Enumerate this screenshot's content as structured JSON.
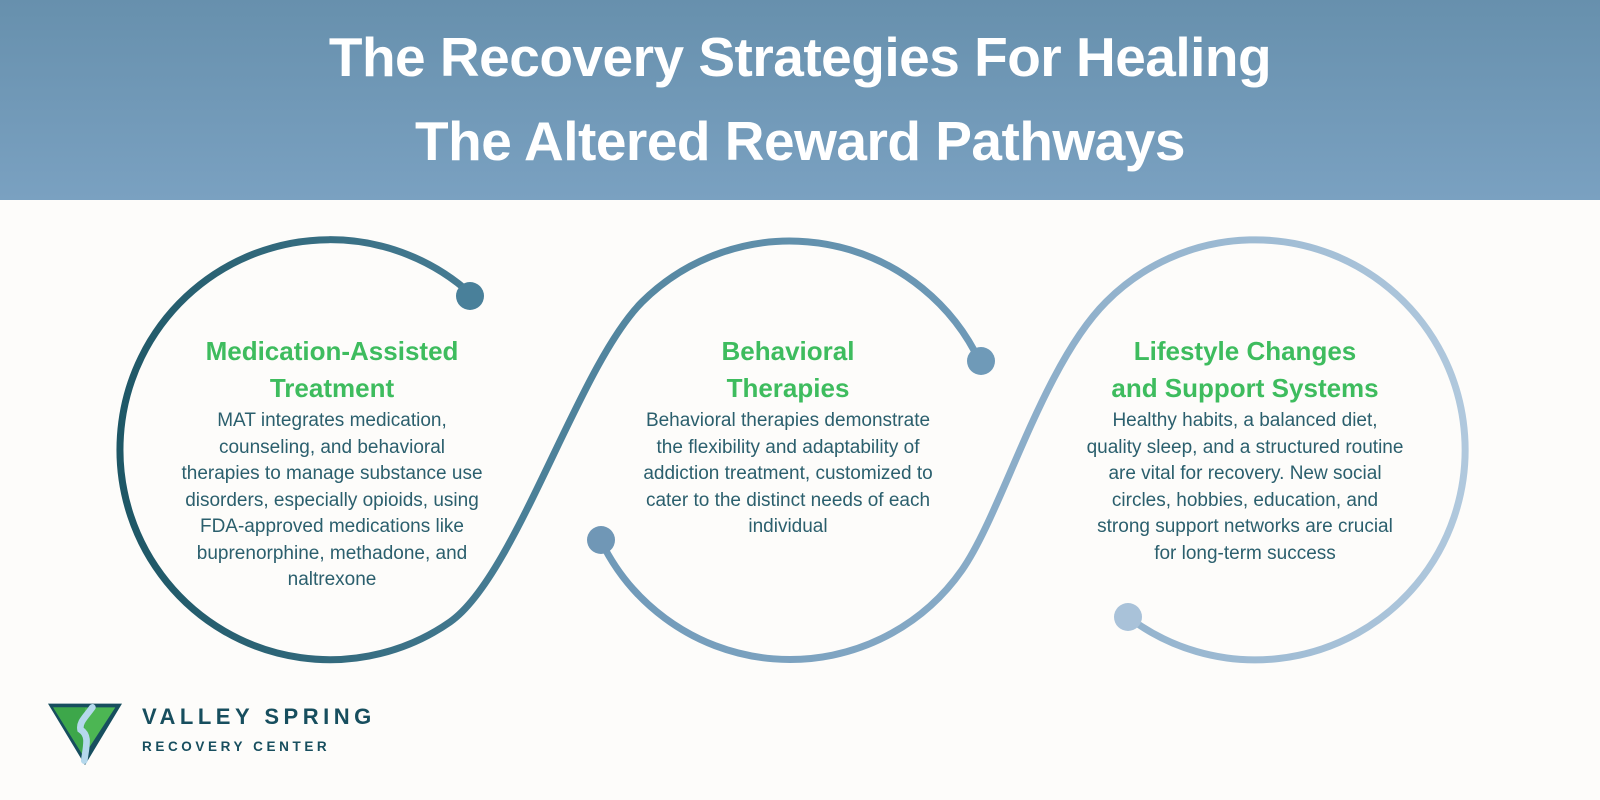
{
  "header": {
    "title_line1": "The Recovery Strategies For Healing",
    "title_line2": "The Altered Reward Pathways"
  },
  "cards": [
    {
      "title_lines": [
        "Medication-Assisted",
        "Treatment"
      ],
      "body_lines": [
        "MAT integrates medication,",
        "counseling, and behavioral",
        "therapies to manage substance use",
        "disorders, especially opioids, using",
        "FDA-approved medications like",
        "buprenorphine, methadone, and",
        "naltrexone"
      ]
    },
    {
      "title_lines": [
        "Behavioral",
        "Therapies"
      ],
      "body_lines": [
        "Behavioral therapies demonstrate",
        "the flexibility and adaptability of",
        "addiction treatment, customized to",
        "cater to the distinct needs of each",
        "individual"
      ]
    },
    {
      "title_lines": [
        "Lifestyle Changes",
        "and Support Systems"
      ],
      "body_lines": [
        "Healthy habits, a balanced diet,",
        "quality sleep, and a structured routine",
        "are vital for recovery. New social",
        "circles, hobbies, education, and",
        "strong support networks are crucial",
        "for long-term success"
      ]
    }
  ],
  "footer": {
    "brand_line1": "VALLEY SPRING",
    "brand_line2": "RECOVERY CENTER"
  },
  "colors": {
    "headerTop": "#6790ad",
    "headerBottom": "#7aa1c1",
    "titleText": "#ffffff",
    "pageBg": "#fdfcfa",
    "headingGreen": "#3ebc5e",
    "bodyTeal": "#2b5f6d",
    "wave1Start": "#1e5766",
    "wave1Mid": "#4a7f97",
    "wave1End": "#6f9ab8",
    "wave2Start": "#6f99b8",
    "wave2Mid": "#8fb0cb",
    "wave2End": "#b0c8dd",
    "dot1": "#49809a",
    "dot2": "#6f9ab8",
    "dot3": "#7097b6",
    "dot4": "#a9c2d9",
    "brandTeal": "#174e5e",
    "logoGreen": "#4cb653",
    "logoGreenDark": "#3da74a",
    "logoRiver": "#b5d8ec"
  }
}
